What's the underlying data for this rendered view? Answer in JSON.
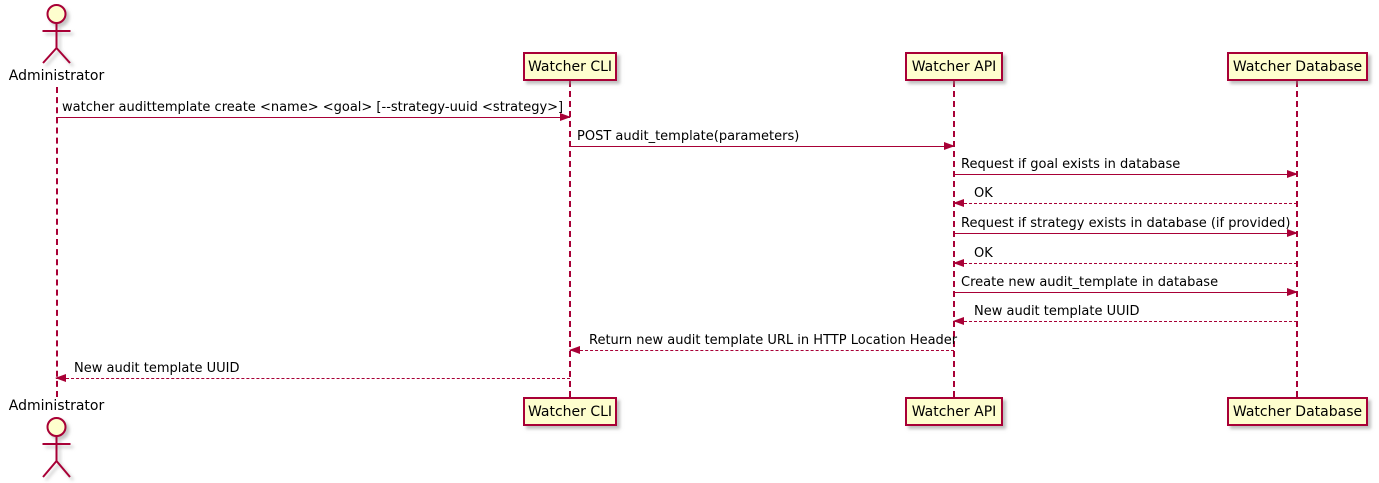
{
  "diagram": {
    "type": "sequence-diagram",
    "colors": {
      "line": "#A80036",
      "participant_fill": "#FEFECE",
      "text": "#000000"
    },
    "actor": {
      "label": "Administrator"
    },
    "participants": [
      {
        "label": "Watcher CLI"
      },
      {
        "label": "Watcher API"
      },
      {
        "label": "Watcher Database"
      }
    ],
    "messages": [
      {
        "from": "Administrator",
        "to": "Watcher CLI",
        "style": "solid",
        "text": "watcher audittemplate create <name> <goal> [--strategy-uuid <strategy>]"
      },
      {
        "from": "Watcher CLI",
        "to": "Watcher API",
        "style": "solid",
        "text": "POST audit_template(parameters)"
      },
      {
        "from": "Watcher API",
        "to": "Watcher Database",
        "style": "solid",
        "text": "Request if goal exists in database"
      },
      {
        "from": "Watcher Database",
        "to": "Watcher API",
        "style": "dashed",
        "text": "OK"
      },
      {
        "from": "Watcher API",
        "to": "Watcher Database",
        "style": "solid",
        "text": "Request if strategy exists in database (if provided)"
      },
      {
        "from": "Watcher Database",
        "to": "Watcher API",
        "style": "dashed",
        "text": "OK"
      },
      {
        "from": "Watcher API",
        "to": "Watcher Database",
        "style": "solid",
        "text": "Create new audit_template in database"
      },
      {
        "from": "Watcher Database",
        "to": "Watcher API",
        "style": "dashed",
        "text": "New audit template UUID"
      },
      {
        "from": "Watcher API",
        "to": "Watcher CLI",
        "style": "dashed",
        "text": "Return new audit template URL in HTTP Location Header"
      },
      {
        "from": "Watcher CLI",
        "to": "Administrator",
        "style": "dashed",
        "text": "New audit template UUID"
      }
    ]
  }
}
